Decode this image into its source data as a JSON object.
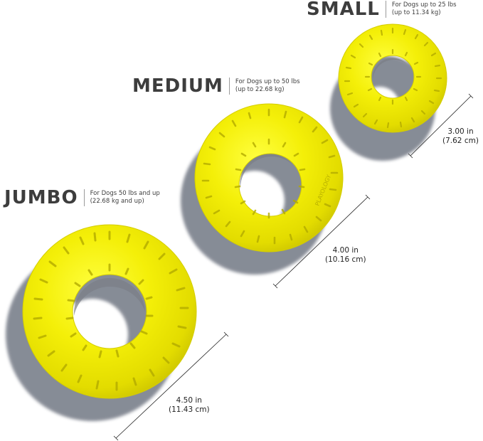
{
  "sizes": [
    {
      "name": "SMALL",
      "description_line1": "For Dogs up to 25 lbs",
      "description_line2": "(up to 11.34 kg)",
      "dimension_in": "3.00 in",
      "dimension_cm": "(7.62 cm)"
    },
    {
      "name": "MEDIUM",
      "description_line1": "For Dogs up to 50 lbs",
      "description_line2": "(up to 22.68 kg)",
      "dimension_in": "4.00 in",
      "dimension_cm": "(10.16 cm)"
    },
    {
      "name": "JUMBO",
      "description_line1": "For Dogs 50 lbs and up",
      "description_line2": "(22.68 kg and up)",
      "dimension_in": "4.50 in",
      "dimension_cm": "(11.43 cm)"
    }
  ],
  "colors": {
    "ring_yellow": "#f2ee06",
    "ring_shade": "#c9c200",
    "shadow": "#6e7480",
    "label_text": "#3d3d3d",
    "background": "#ffffff"
  },
  "icons": {
    "ring": "tire-ring-toy-icon",
    "dimension_line": "measure-line-icon"
  }
}
